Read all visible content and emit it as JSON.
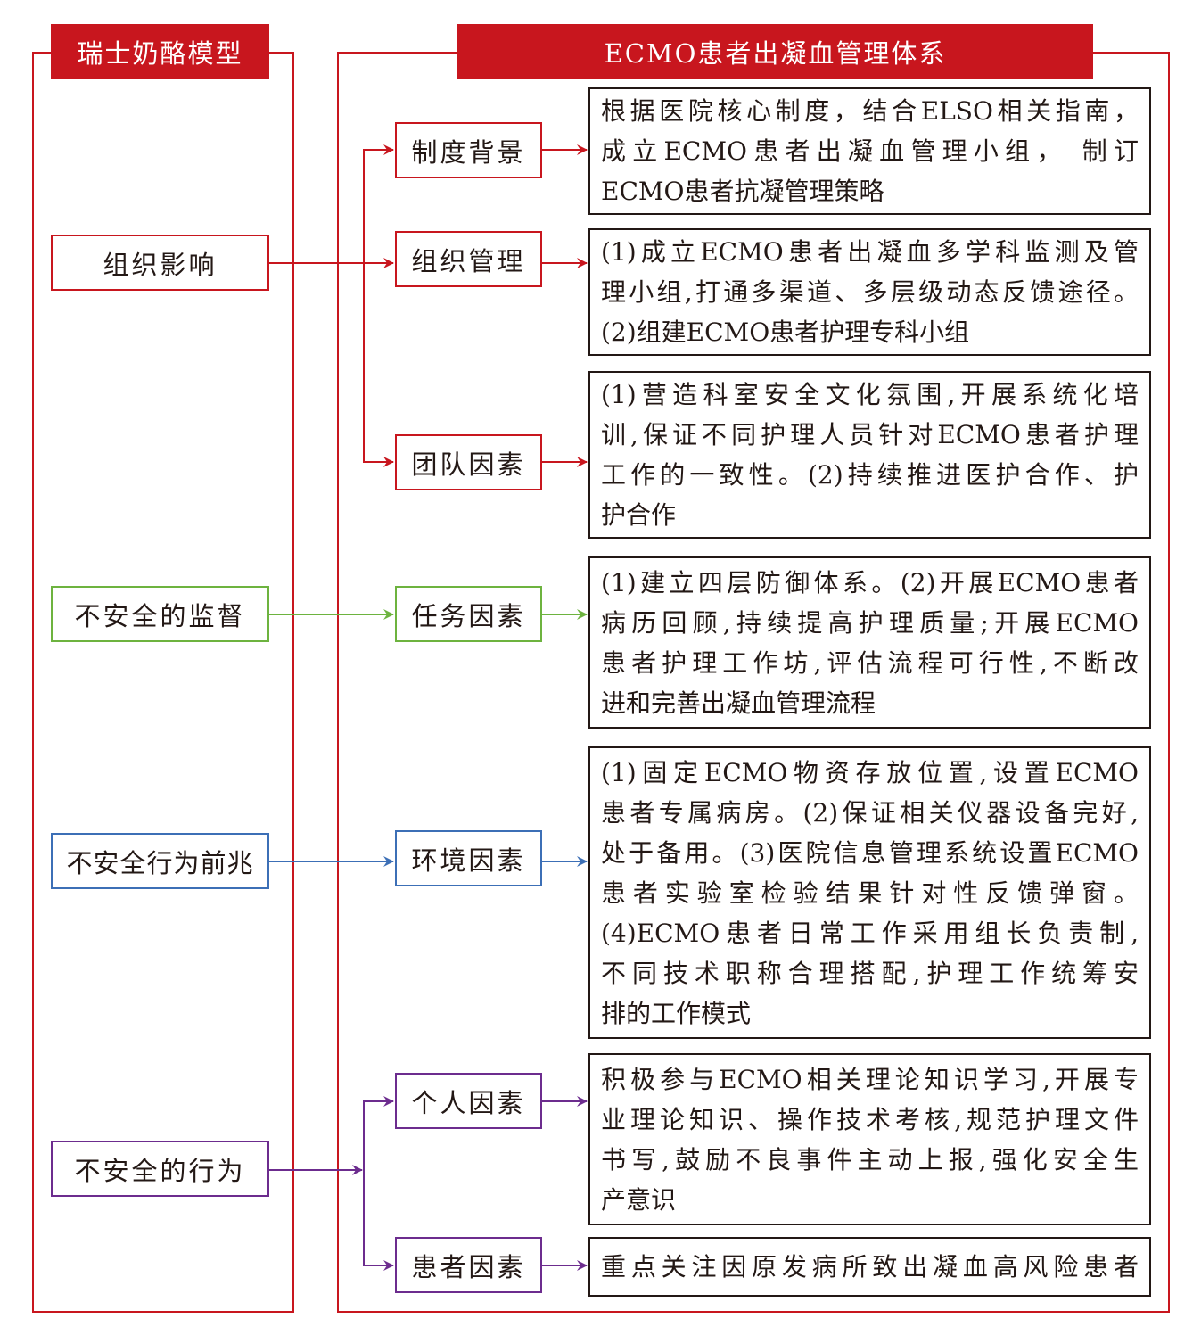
{
  "left_header": "瑞士奶酪模型",
  "right_header": "ECMO患者出凝血管理体系",
  "colors": {
    "red": "#c8161e",
    "green": "#6db33f",
    "blue": "#3c6fb6",
    "purple": "#6c2c8e"
  },
  "left_nodes": [
    "组织影响",
    "不安全的监督",
    "不安全行为前兆",
    "不安全的行为"
  ],
  "mid_nodes": [
    "制度背景",
    "组织管理",
    "团队因素",
    "任务因素",
    "环境因素",
    "个人因素",
    "患者因素"
  ],
  "descriptions": [
    {
      "lines": [
        "根据医院核心制度，结合ELSO相关指南，",
        "成立ECMO患者出凝血管理小组， 制订",
        "ECMO患者抗凝管理策略"
      ]
    },
    {
      "lines": [
        "(1)成立ECMO患者出凝血多学科监测及管",
        "理小组,打通多渠道、多层级动态反馈途径。",
        "(2)组建ECMO患者护理专科小组"
      ]
    },
    {
      "lines": [
        "(1)营造科室安全文化氛围,开展系统化培",
        "训,保证不同护理人员针对ECMO患者护理",
        "工作的一致性。(2)持续推进医护合作、护",
        "护合作"
      ]
    },
    {
      "lines": [
        "(1)建立四层防御体系。(2)开展ECMO患者",
        "病历回顾,持续提高护理质量;开展ECMO",
        "患者护理工作坊,评估流程可行性,不断改",
        "进和完善出凝血管理流程"
      ]
    },
    {
      "lines": [
        "(1)固定ECMO物资存放位置,设置ECMO",
        "患者专属病房。(2)保证相关仪器设备完好,",
        "处于备用。(3)医院信息管理系统设置ECMO",
        "患者实验室检验结果针对性反馈弹窗。",
        "(4)ECMO患者日常工作采用组长负责制,",
        "不同技术职称合理搭配,护理工作统筹安",
        "排的工作模式"
      ]
    },
    {
      "lines": [
        "积极参与ECMO相关理论知识学习,开展专",
        "业理论知识、操作技术考核,规范护理文件",
        "书写,鼓励不良事件主动上报,强化安全生",
        "产意识"
      ]
    },
    {
      "lines": [
        "重点关注因原发病所致出凝血高风险患者"
      ]
    }
  ]
}
